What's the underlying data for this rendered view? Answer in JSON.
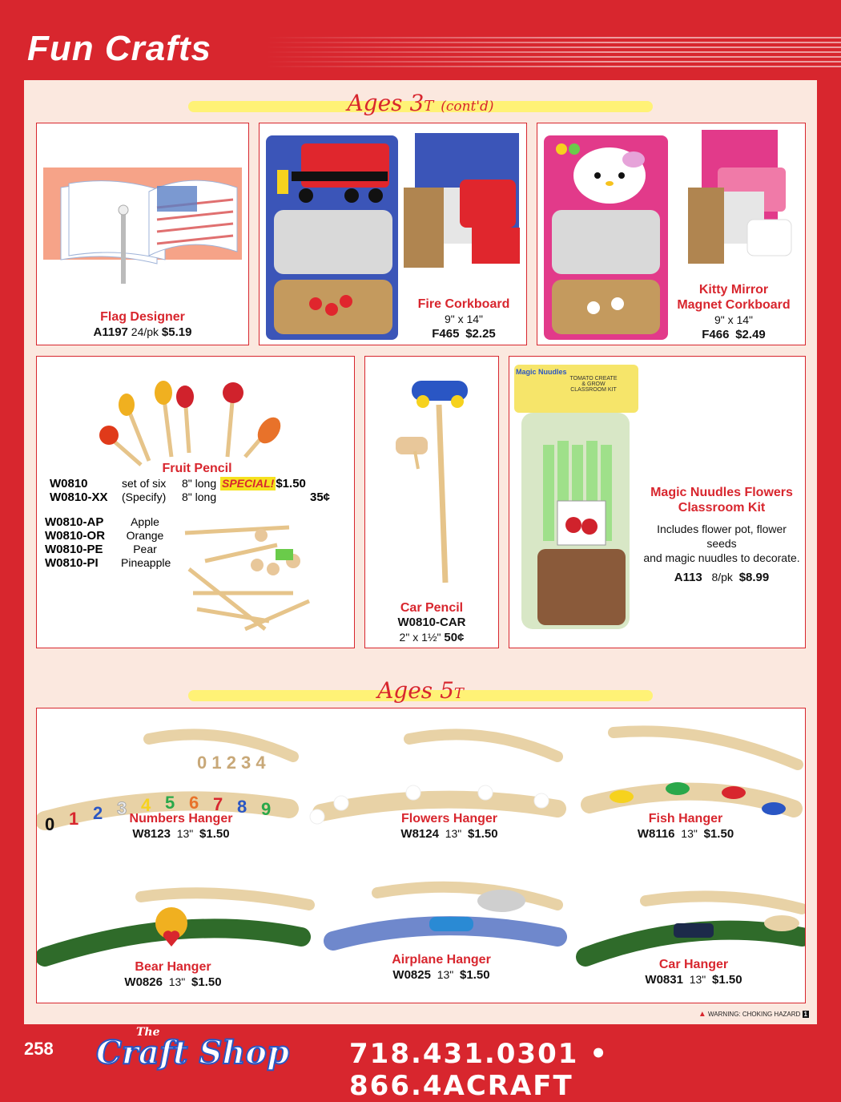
{
  "header": {
    "title": "Fun Crafts"
  },
  "sections": {
    "ages3_main": "Ages 3",
    "ages3_sup": "T",
    "ages3_note": "(cont'd)",
    "ages5_main": "Ages 5",
    "ages5_sup": "T"
  },
  "products": {
    "flag": {
      "name": "Flag Designer",
      "sku": "A1197",
      "pack": "24/pk",
      "price": "$5.19"
    },
    "fire": {
      "name": "Fire Corkboard",
      "size": "9\" x 14\"",
      "sku": "F465",
      "price": "$2.25"
    },
    "kitty": {
      "name1": "Kitty Mirror",
      "name2": "Magnet Corkboard",
      "size": "9\" x 14\"",
      "sku": "F466",
      "price": "$2.49"
    },
    "fruit": {
      "name": "Fruit Pencil",
      "rows": [
        {
          "sku": "W0810",
          "desc": "set of six",
          "len": "8\" long",
          "special": "SPECIAL!",
          "price": "$1.50"
        },
        {
          "sku": "W0810-XX",
          "desc": "(Specify)",
          "len": "8\" long",
          "price": "35¢"
        }
      ],
      "variants": [
        {
          "sku": "W0810-AP",
          "desc": "Apple"
        },
        {
          "sku": "W0810-OR",
          "desc": "Orange"
        },
        {
          "sku": "W0810-PE",
          "desc": "Pear"
        },
        {
          "sku": "W0810-PI",
          "desc": "Pineapple"
        }
      ]
    },
    "car_pencil": {
      "name": "Car Pencil",
      "sku": "W0810-CAR",
      "size": "2\" x 1½\"",
      "price": "50¢"
    },
    "nuudles": {
      "name1": "Magic Nuudles Flowers",
      "name2": "Classroom Kit",
      "desc1": "Includes flower pot, flower seeds",
      "desc2": "and magic nuudles to decorate.",
      "sku": "A113",
      "pack": "8/pk",
      "price": "$8.99",
      "bag_label": "Magic Nuudles",
      "bag_text": "TOMATO CREATE & GROW CLASSROOM KIT"
    },
    "hangers": [
      {
        "name": "Numbers Hanger",
        "sku": "W8123",
        "size": "13\"",
        "price": "$1.50"
      },
      {
        "name": "Flowers Hanger",
        "sku": "W8124",
        "size": "13\"",
        "price": "$1.50"
      },
      {
        "name": "Fish Hanger",
        "sku": "W8116",
        "size": "13\"",
        "price": "$1.50"
      },
      {
        "name": "Bear Hanger",
        "sku": "W0826",
        "size": "13\"",
        "price": "$1.50"
      },
      {
        "name": "Airplane Hanger",
        "sku": "W0825",
        "size": "13\"",
        "price": "$1.50"
      },
      {
        "name": "Car Hanger",
        "sku": "W0831",
        "size": "13\"",
        "price": "$1.50"
      }
    ],
    "numbers_digits": "0123456789"
  },
  "footer": {
    "page": "258",
    "logo1": "The",
    "logo2": "Craft Shop",
    "phone": "718.431.0301 • 866.4ACRAFT",
    "warning": "WARNING: CHOKING HAZARD"
  },
  "colors": {
    "brand_red": "#d8262e",
    "panel": "#fbe8df",
    "highlight": "#fff36a"
  }
}
